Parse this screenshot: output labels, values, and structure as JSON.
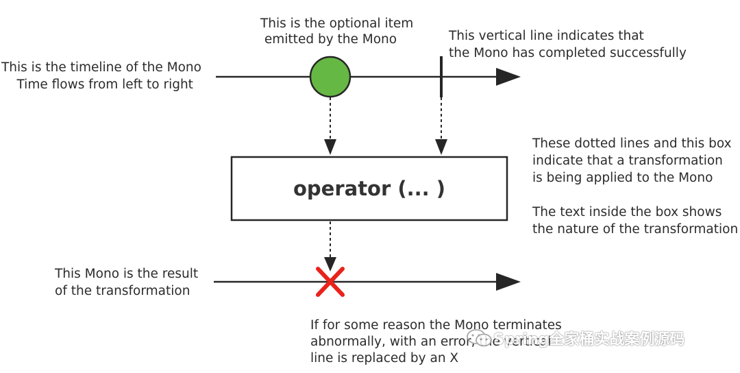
{
  "colors": {
    "line": "#262626",
    "item_fill": "#66b845",
    "error_x": "#e8231b",
    "text": "#2b2b2b"
  },
  "labels": {
    "timeline": [
      "This is the timeline of the Mono",
      "Time flows from left to right"
    ],
    "item": [
      "This is the optional item",
      "emitted by the Mono"
    ],
    "completion": [
      "This vertical line indicates that",
      "the Mono has completed successfully"
    ],
    "transformation": [
      "These dotted lines and this box",
      "indicate that a transformation",
      "is being applied to the Mono"
    ],
    "box_text": [
      "The text inside the box shows",
      "the nature of the transformation"
    ],
    "result": [
      "This Mono is the result",
      "of the transformation"
    ],
    "error": [
      "If for some reason the Mono terminates",
      "abnormally, with an error, the vertical",
      "line is replaced by an X"
    ]
  },
  "operator": {
    "label": "operator (... )"
  },
  "watermark": {
    "icon": "wechat-icon",
    "text": "Spring全家桶实战案例源码"
  }
}
